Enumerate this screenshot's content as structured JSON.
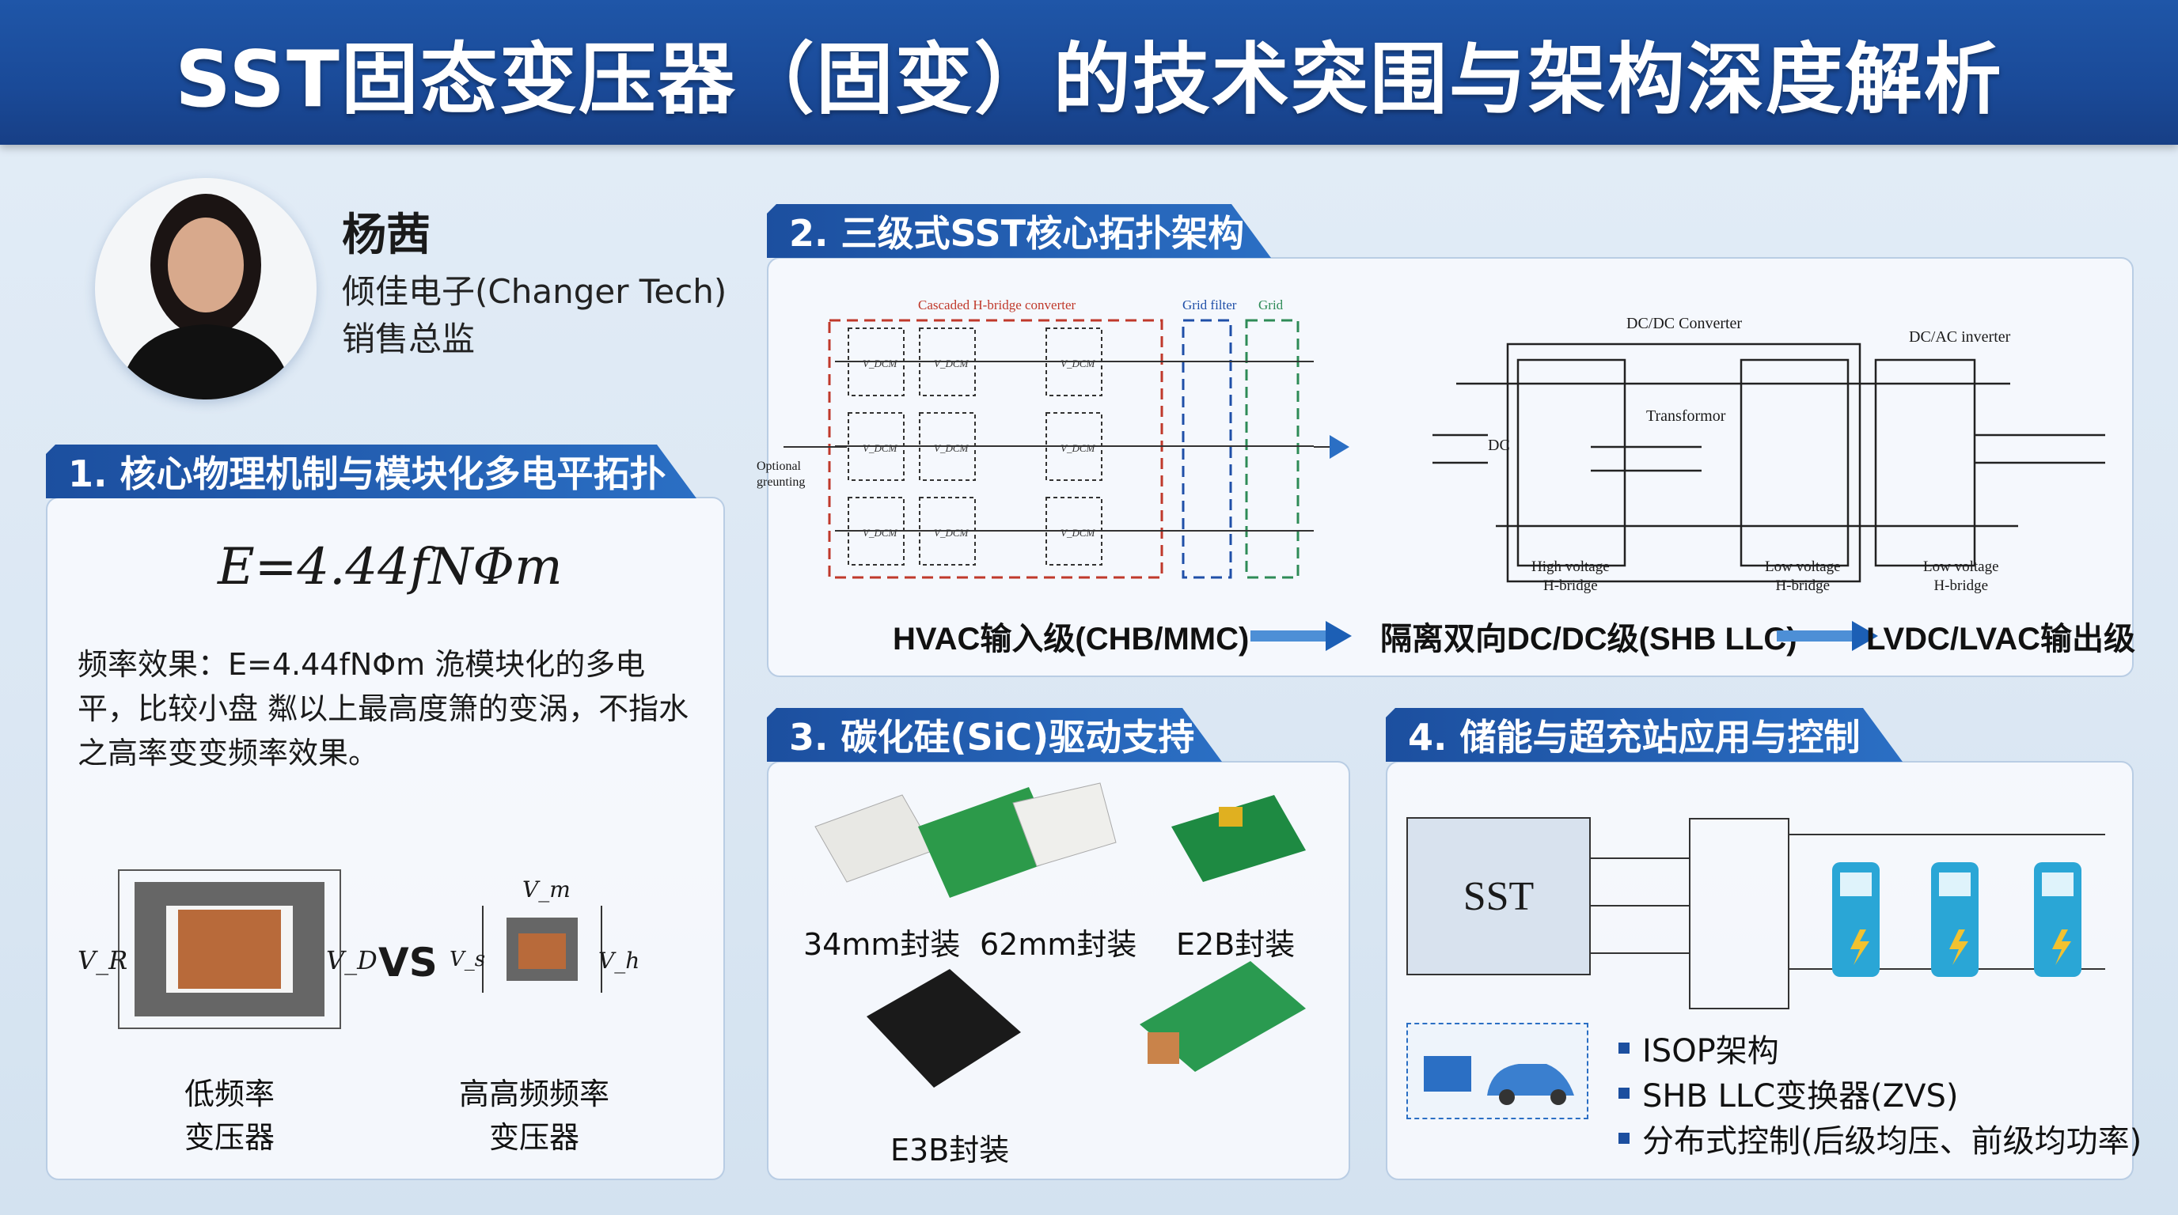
{
  "header": {
    "title": "SST固态变压器（固变）的技术突围与架构深度解析"
  },
  "speaker": {
    "name": "杨茜",
    "company": "倾佳电子(Changer Tech)",
    "role": "销售总监"
  },
  "panel1": {
    "title": "1. 核心物理机制与模块化多电平拓扑",
    "formula": "E=4.44fNΦm",
    "body": "频率效果：E=4.44fNΦm 洈模块化的多电平，比较小盘 粼以上最高度箫的变涡，不指水之高率变变频率效果。",
    "vs": "VS",
    "low_label": [
      "低频率",
      "变压器"
    ],
    "high_label": [
      "高高频频率",
      "变压器"
    ],
    "symbols": {
      "vr": "V_R",
      "vd": "V_D",
      "vs": "V_s",
      "vh": "V_h",
      "vm": "V_m"
    }
  },
  "panel2": {
    "title": "2. 三级式SST核心拓扑架构",
    "diagram": {
      "chb": "Cascaded H-bridge converter",
      "grid_filter": "Grid filter",
      "grid": "Grid",
      "grounding": [
        "Optional",
        "greunting"
      ],
      "dcdc": "DC/DC Converter",
      "dcac": "DC/AC inverter",
      "transformer": "Transformor",
      "dc": "DC",
      "hv": [
        "High voltage",
        "H-bridge"
      ],
      "lv1": [
        "Low voltage",
        "H-bridge"
      ],
      "lv2": [
        "Low voltage",
        "H-bridge"
      ],
      "vdc": "V_DCM"
    },
    "stages": [
      "HVAC输入级(CHB/MMC)",
      "隔离双向DC/DC级(SHB LLC)",
      "LVDC/LVAC输出级"
    ]
  },
  "panel3": {
    "title": "3. 碳化硅(SiC)驱动支持",
    "packages": [
      "34mm封装",
      "62mm封装",
      "E2B封装",
      "E3B封装"
    ]
  },
  "panel4": {
    "title": "4. 储能与超充站应用与控制",
    "sst": "SST",
    "bullets": [
      "ISOP架构",
      "SHB LLC变换器(ZVS)",
      "分布式控制(后级均压、前级均功率)"
    ]
  },
  "colors": {
    "primary": "#1c4f9f",
    "accent": "#2b6fc4",
    "chb": "#c0392b",
    "filter": "#1f4fa8",
    "grid": "#2e8b57",
    "charger": "#2aa6d6"
  }
}
